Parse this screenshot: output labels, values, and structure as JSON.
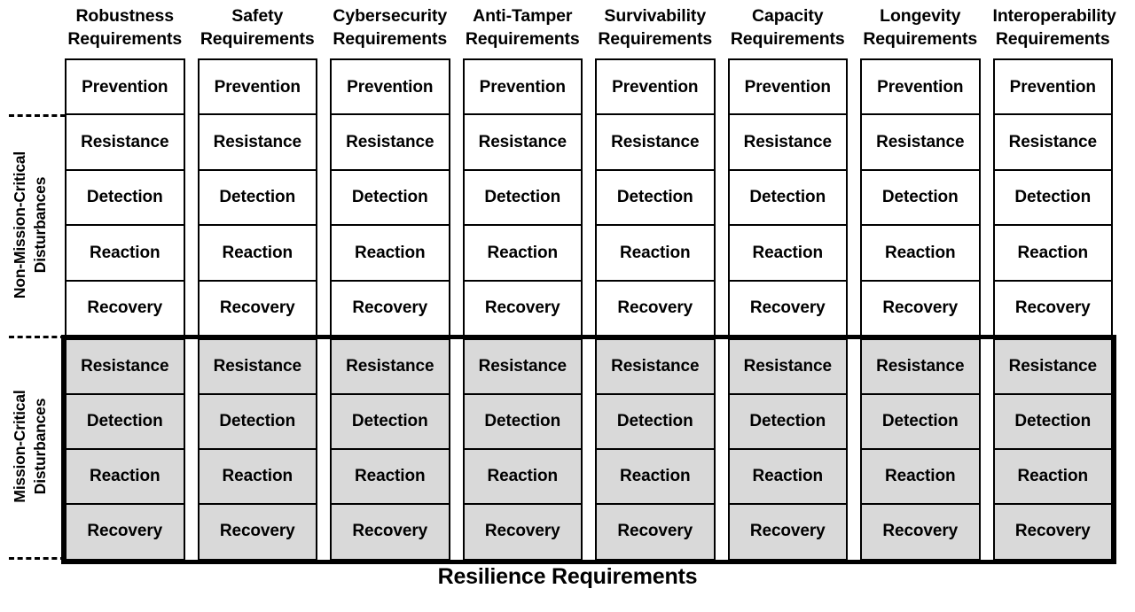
{
  "figure": {
    "axis_title": "Resilience Requirements",
    "shaded_color": "#d9d9d9",
    "line_color": "#000000",
    "background": "#ffffff"
  },
  "columns": [
    {
      "name": "Robustness",
      "qualifier": "Requirements"
    },
    {
      "name": "Safety",
      "qualifier": "Requirements"
    },
    {
      "name": "Cybersecurity",
      "qualifier": "Requirements"
    },
    {
      "name": "Anti-Tamper",
      "qualifier": "Requirements"
    },
    {
      "name": "Survivability",
      "qualifier": "Requirements"
    },
    {
      "name": "Capacity",
      "qualifier": "Requirements"
    },
    {
      "name": "Longevity",
      "qualifier": "Requirements"
    },
    {
      "name": "Interoperability",
      "qualifier": "Requirements"
    }
  ],
  "row_groups": [
    {
      "id": "non-mission-critical",
      "label_line1": "Non-Mission-Critical",
      "label_line2": "Disturbances",
      "shaded": false,
      "emphasized": false,
      "rows": [
        "Prevention",
        "Resistance",
        "Detection",
        "Reaction",
        "Recovery"
      ]
    },
    {
      "id": "mission-critical",
      "label_line1": "Mission-Critical",
      "label_line2": "Disturbances",
      "shaded": true,
      "emphasized": true,
      "rows": [
        "Resistance",
        "Detection",
        "Reaction",
        "Recovery"
      ]
    }
  ],
  "chart_data": {
    "type": "table",
    "title": "Resilience Requirements",
    "xlabel": "Resilience Requirements",
    "ylabel": "",
    "categories": [
      "Robustness Requirements",
      "Safety Requirements",
      "Cybersecurity Requirements",
      "Anti-Tamper Requirements",
      "Survivability Requirements",
      "Capacity Requirements",
      "Longevity Requirements",
      "Interoperability Requirements"
    ],
    "row_labels": [
      "Non-Mission-Critical Disturbances",
      "Mission-Critical Disturbances"
    ],
    "cells": {
      "non-mission-critical": [
        "Prevention",
        "Resistance",
        "Detection",
        "Reaction",
        "Recovery"
      ],
      "mission-critical": [
        "Resistance",
        "Detection",
        "Reaction",
        "Recovery"
      ]
    },
    "note": "Every one of the 8 requirement columns contains the same ordered set of resilience stages; the Mission-Critical block omits Prevention and is shaded grey with a heavy outline.",
    "legend": [],
    "grid": true
  }
}
